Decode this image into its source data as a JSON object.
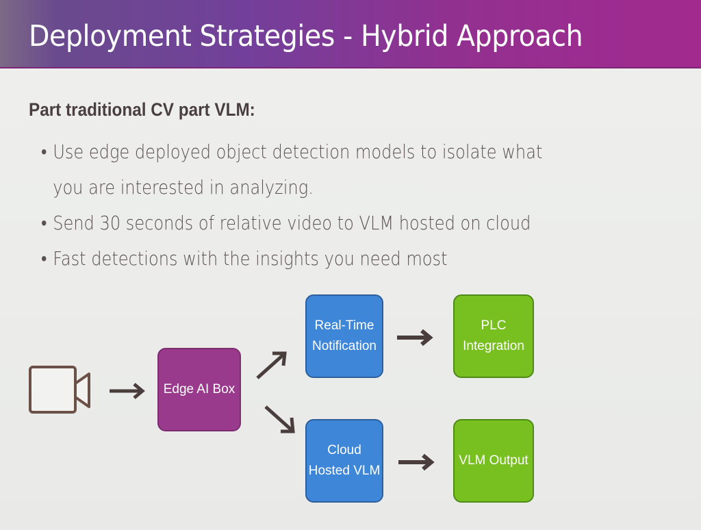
{
  "header": {
    "title": "Deployment Strategies - Hybrid Approach",
    "gradient_start": "#6a4a8e",
    "gradient_end": "#a22a8e"
  },
  "content": {
    "subheading": "Part traditional CV part VLM:",
    "bullets": [
      {
        "line1": "Use edge deployed object detection models to isolate what",
        "line2": "you are interested in analyzing."
      },
      {
        "line1": "Send 30 seconds of relative video to VLM hosted on cloud"
      },
      {
        "line1": "Fast detections with the insights you need most"
      }
    ],
    "bullet_glyph": "•"
  },
  "diagram": {
    "source_icon": "video-camera-icon",
    "nodes": {
      "edge_ai_box": {
        "label": "Edge AI Box",
        "color": "#9a3a8c"
      },
      "realtime_notification": {
        "line1": "Real-Time",
        "line2": "Notification",
        "color": "#3e86d8"
      },
      "cloud_vlm": {
        "line1": "Cloud",
        "line2": "Hosted VLM",
        "color": "#3e86d8"
      },
      "plc_integration": {
        "line1": "PLC",
        "line2": "Integration",
        "color": "#78c020"
      },
      "vlm_output": {
        "label": "VLM Output",
        "color": "#78c020"
      }
    },
    "edges": [
      [
        "camera",
        "edge_ai_box"
      ],
      [
        "edge_ai_box",
        "realtime_notification"
      ],
      [
        "edge_ai_box",
        "cloud_vlm"
      ],
      [
        "realtime_notification",
        "plc_integration"
      ],
      [
        "cloud_vlm",
        "vlm_output"
      ]
    ],
    "arrow_color": "#4a3e3c"
  }
}
